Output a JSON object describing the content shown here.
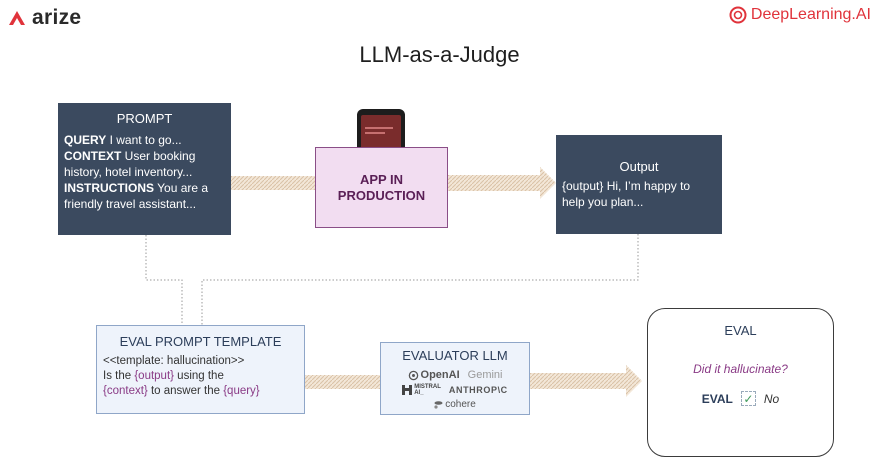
{
  "header": {
    "left_logo": "arize",
    "right_logo": "DeepLearning.AI",
    "title": "LLM-as-a-Judge"
  },
  "prompt": {
    "title": "PROMPT",
    "query_label": "QUERY",
    "query_text": " I want to go...",
    "context_label": "CONTEXT",
    "context_text": " User booking history, hotel inventory...",
    "instructions_label": "INSTRUCTIONS",
    "instructions_text": " You are a friendly  travel assistant..."
  },
  "app": {
    "line1": "APP IN",
    "line2": "PRODUCTION"
  },
  "output": {
    "title": "Output",
    "var": "{output}",
    "text": " Hi, I’m happy to help you plan..."
  },
  "template": {
    "title": "EVAL PROMPT TEMPLATE",
    "line1": "<<template: hallucination>>",
    "line2_pre": "Is the ",
    "line2_var": "{output}",
    "line2_post": " using the",
    "line3_var": "{context}",
    "line3_mid": " to answer the ",
    "line3_var2": "{query}"
  },
  "evaluator": {
    "title": "EVALUATOR LLM",
    "logos": {
      "openai": "OpenAI",
      "gemini": "Gemini",
      "mistral_top": "MISTRAL",
      "mistral_bottom": "AI_",
      "anthropic": "ANTHROP\\C",
      "cohere": "cohere"
    }
  },
  "eval": {
    "title": "EVAL",
    "question": "Did it hallucinate?",
    "label": "EVAL",
    "value": "No"
  },
  "colors": {
    "dark_box": "#3b4a5f",
    "app_fill": "#f2ddf1",
    "accent_purple": "#8a3b86",
    "arrow_fill": "#efe1cf",
    "brand_red": "#e0333b"
  }
}
